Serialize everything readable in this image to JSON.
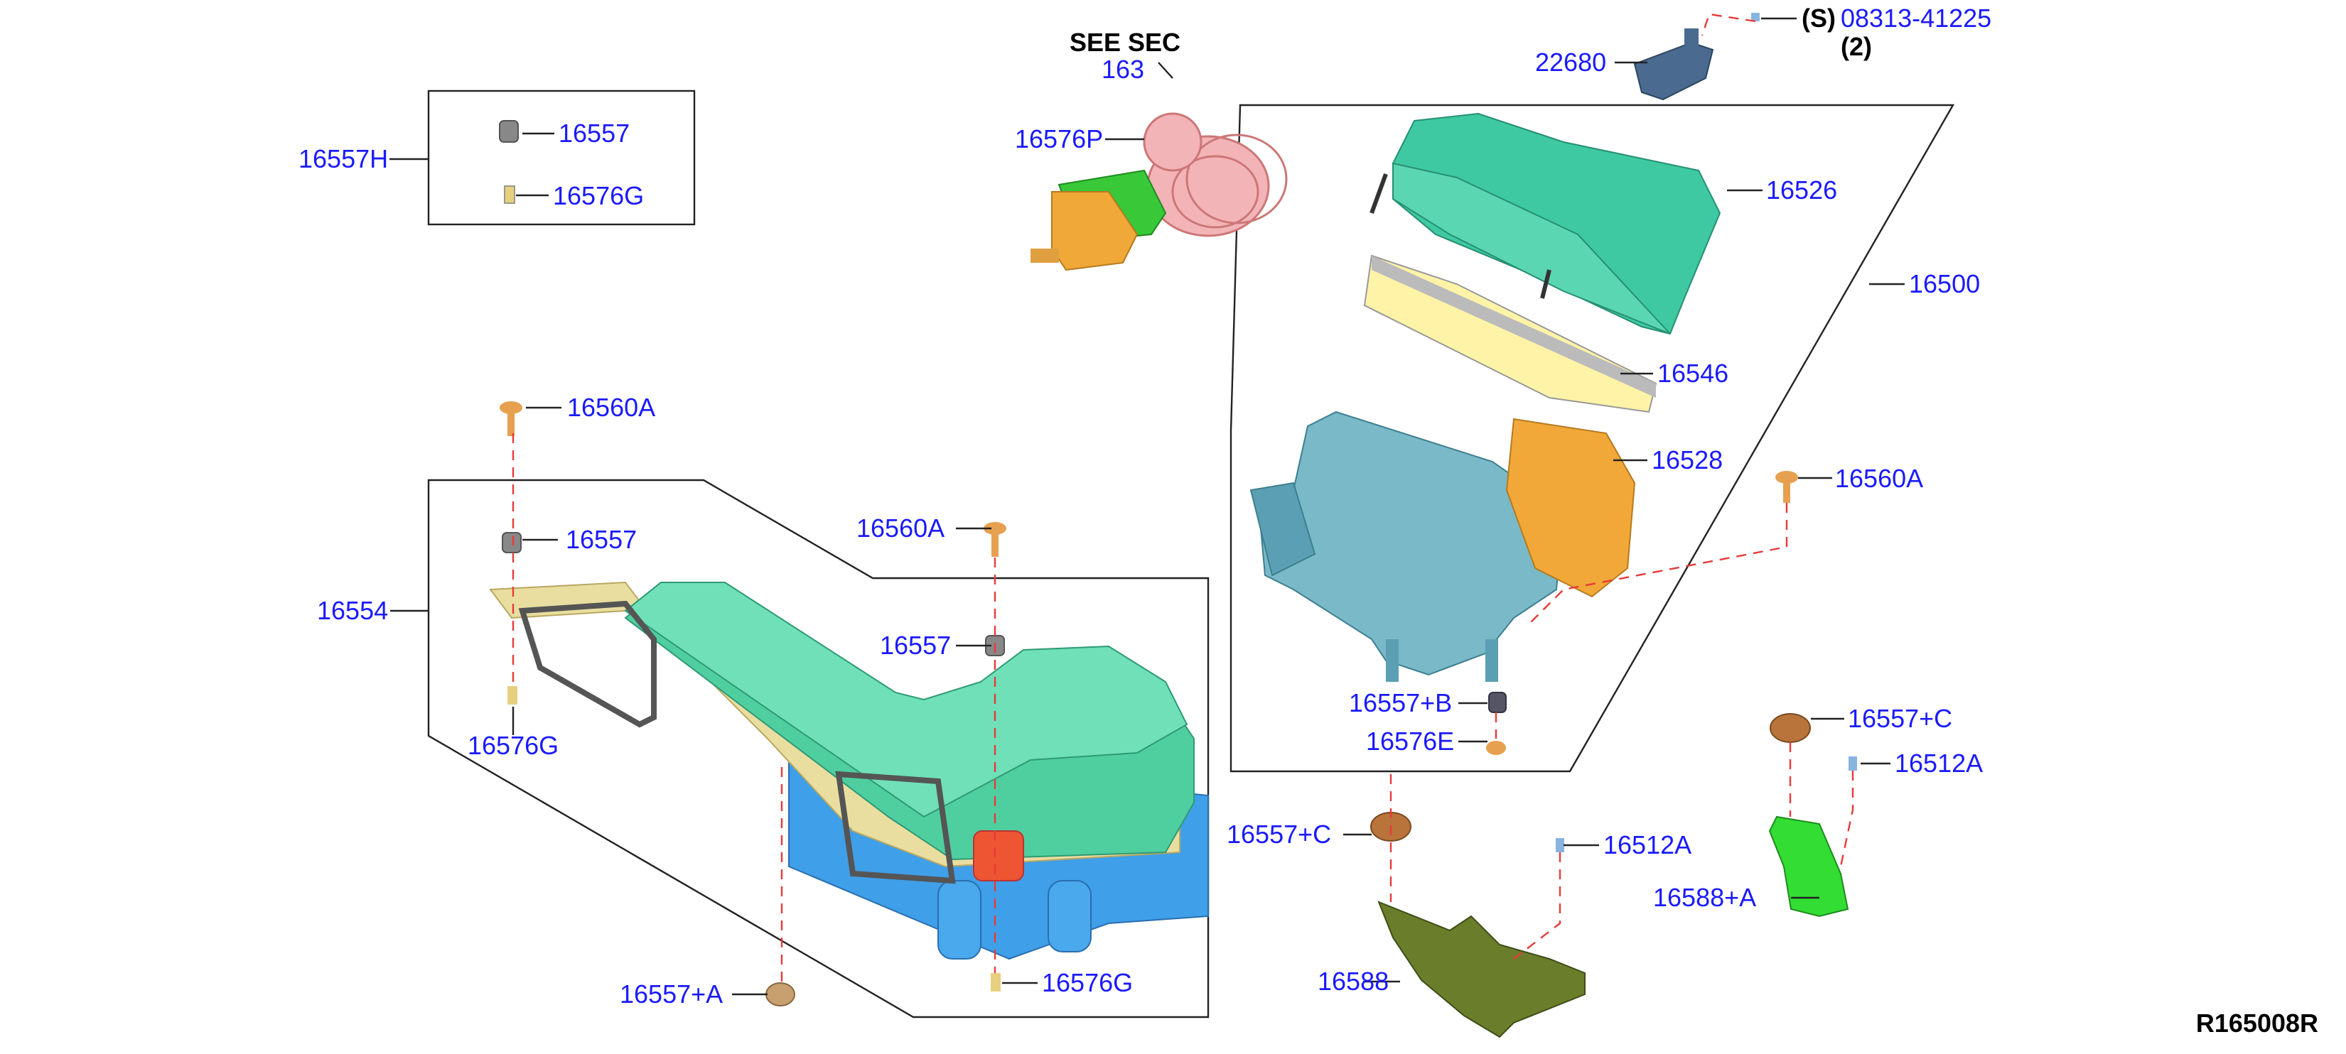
{
  "diagram_code": "R165008R",
  "see_section": {
    "label": "SEE SEC",
    "number": "163"
  },
  "parts": {
    "p16557H": "16557H",
    "p16557_box": "16557",
    "p16576G_box": "16576G",
    "p16576P": "16576P",
    "p22680": "22680",
    "screw_prefix": "(S)",
    "screw_number": "08313-41225",
    "screw_qty": "(2)",
    "p16526": "16526",
    "p16500": "16500",
    "p16546": "16546",
    "p16528": "16528",
    "p16560A_right": "16560A",
    "p16560A_left": "16560A",
    "p16560A_mid": "16560A",
    "p16557_left": "16557",
    "p16557_mid": "16557",
    "p16554": "16554",
    "p16576G_left": "16576G",
    "p16576G_bottom": "16576G",
    "p16557A": "16557+A",
    "p16557B": "16557+B",
    "p16576E": "16576E",
    "p16557C_left": "16557+C",
    "p16557C_right": "16557+C",
    "p16512A_left": "16512A",
    "p16512A_right": "16512A",
    "p16588": "16588",
    "p16588A": "16588+A"
  },
  "colors": {
    "label": "#1a1aff",
    "teal_housing": "#3ec9a3",
    "blue_housing": "#6aaec4",
    "filter": "#fff3a8",
    "orange_part": "#f2a838",
    "pink_hose": "#f3b4b8",
    "green_bracket": "#33dd33",
    "olive_bracket": "#6a7d2a",
    "leader_dash": "#e83a3a"
  }
}
